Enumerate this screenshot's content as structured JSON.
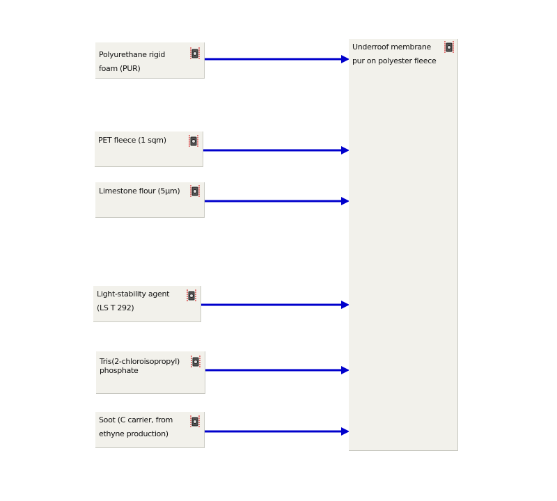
{
  "inputs": [
    {
      "id": "pur",
      "label": "Polyurethane rigid\nfoam (PUR)"
    },
    {
      "id": "pet",
      "label": "PET fleece (1 sqm)"
    },
    {
      "id": "limestone",
      "label": "Limestone flour (5µm)"
    },
    {
      "id": "lsa",
      "label": "Light-stability agent\n(LS T 292)"
    },
    {
      "id": "tcpp",
      "label": "Tris(2-chloroisopropyl)\nphosphate"
    },
    {
      "id": "soot",
      "label": "Soot (C carrier, from\nethyne production)"
    }
  ],
  "output": {
    "label": "Underroof membrane\npur on polyester fleece"
  },
  "colors": {
    "arrow": "#0000cc",
    "box": "#f2f1eb",
    "icon_accent": "#cc0000"
  },
  "icons": {
    "process": "process-gear-icon"
  }
}
